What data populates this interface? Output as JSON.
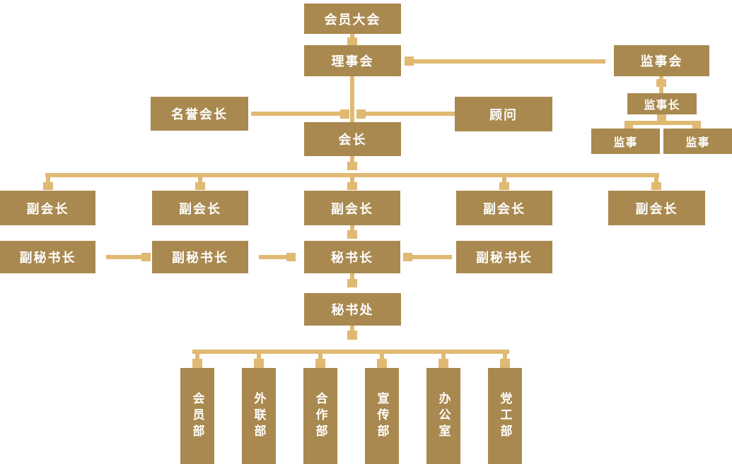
{
  "palette": {
    "box_color": "#A9894F",
    "line_color": "#E0B972",
    "text_color": "#FFFFFF",
    "background_color": "#FFFFFF"
  },
  "diagram": {
    "member_congress": "会员大会",
    "council": "理事会",
    "supervisory_board": "监事会",
    "chief_supervisor": "监事长",
    "supervisors": [
      "监事",
      "监事"
    ],
    "honorary_president": "名誉会长",
    "advisor": "顾问",
    "president": "会长",
    "vice_presidents": [
      "副会长",
      "副会长",
      "副会长",
      "副会长",
      "副会长"
    ],
    "deputy_secretaries": [
      "副秘书长",
      "副秘书长",
      "副秘书长"
    ],
    "secretary_general": "秘书长",
    "secretariat": "秘书处",
    "departments": [
      "会员部",
      "外联部",
      "合作部",
      "宣传部",
      "办公室",
      "党工部"
    ]
  }
}
